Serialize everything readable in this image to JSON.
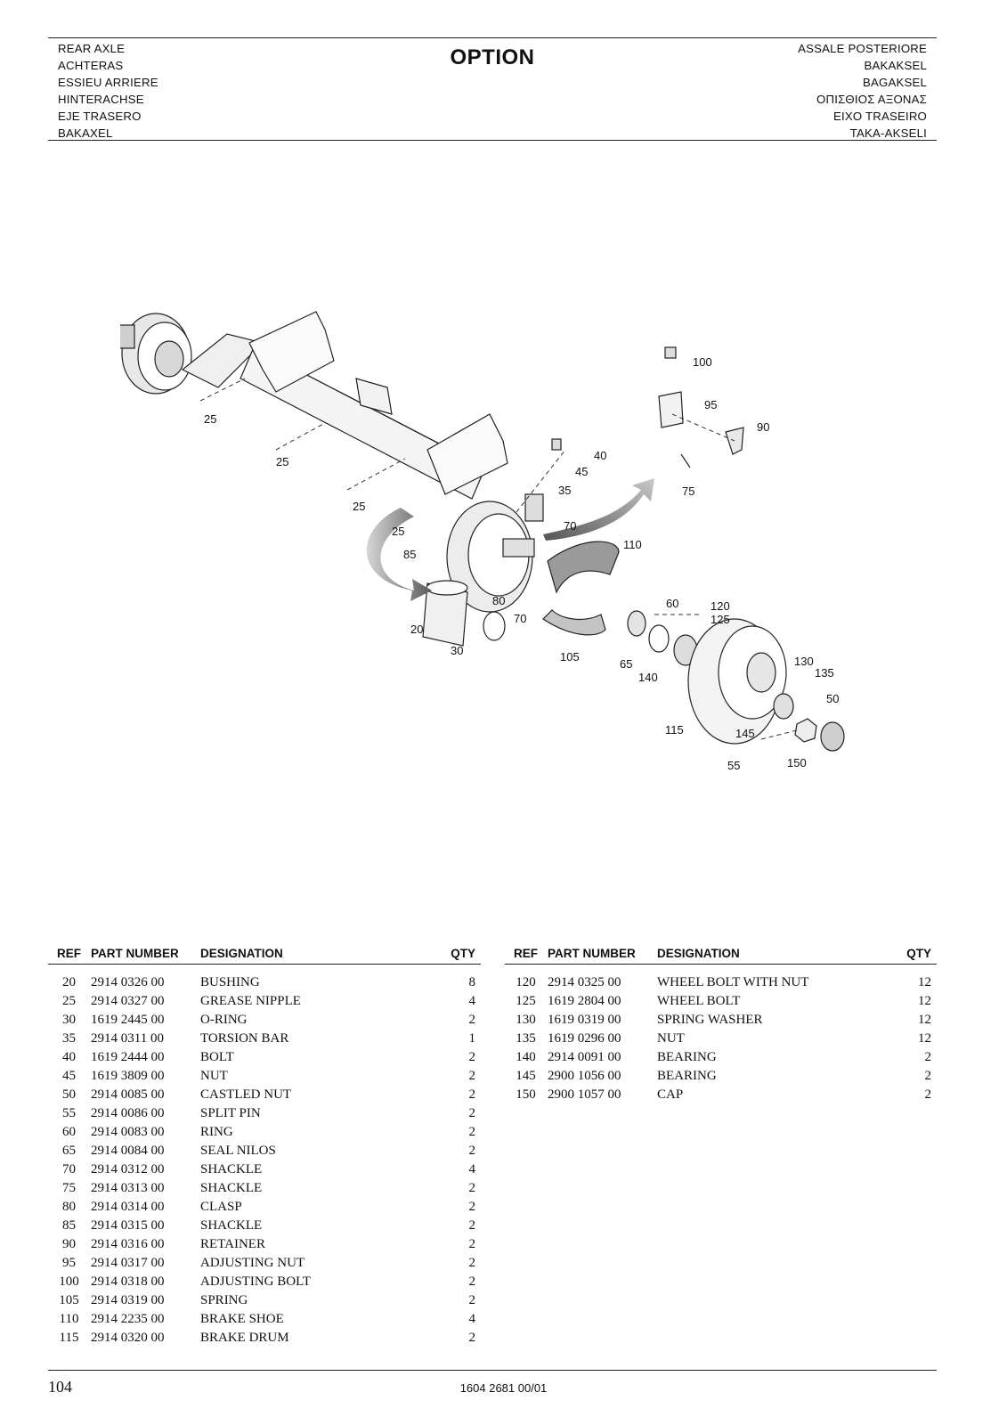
{
  "header": {
    "left_lines": [
      "REAR AXLE",
      "ACHTERAS",
      "ESSIEU ARRIERE",
      "HINTERACHSE",
      "EJE TRASERO",
      "BAKAXEL"
    ],
    "title": "OPTION",
    "right_lines": [
      "ASSALE POSTERIORE",
      "BAKAKSEL",
      "BAGAKSEL",
      "ΟΠΙΣΘΙΟΣ ΑΞΟΝΑΣ",
      "EIXO TRASEIRO",
      "TAKA-AKSELI"
    ]
  },
  "diagram": {
    "callouts": [
      "100",
      "95",
      "90",
      "75",
      "40",
      "45",
      "35",
      "25",
      "25",
      "25",
      "25",
      "85",
      "70",
      "110",
      "80",
      "70",
      "60",
      "120",
      "125",
      "20",
      "30",
      "105",
      "65",
      "140",
      "130",
      "135",
      "50",
      "115",
      "145",
      "55",
      "150"
    ]
  },
  "table": {
    "headers": {
      "ref": "REF",
      "part_number": "PART NUMBER",
      "designation": "DESIGNATION",
      "qty": "QTY"
    },
    "left": [
      {
        "ref": "20",
        "pn": "2914 0326 00",
        "des": "BUSHING",
        "qty": "8"
      },
      {
        "ref": "25",
        "pn": "2914 0327 00",
        "des": "GREASE NIPPLE",
        "qty": "4"
      },
      {
        "ref": "30",
        "pn": "1619 2445 00",
        "des": "O-RING",
        "qty": "2"
      },
      {
        "ref": "35",
        "pn": "2914 0311 00",
        "des": "TORSION BAR",
        "qty": "1"
      },
      {
        "ref": "40",
        "pn": "1619 2444 00",
        "des": "BOLT",
        "qty": "2"
      },
      {
        "ref": "45",
        "pn": "1619 3809 00",
        "des": "NUT",
        "qty": "2"
      },
      {
        "ref": "50",
        "pn": "2914 0085 00",
        "des": "CASTLED NUT",
        "qty": "2"
      },
      {
        "ref": "55",
        "pn": "2914 0086 00",
        "des": "SPLIT PIN",
        "qty": "2"
      },
      {
        "ref": "60",
        "pn": "2914 0083 00",
        "des": "RING",
        "qty": "2"
      },
      {
        "ref": "65",
        "pn": "2914 0084 00",
        "des": "SEAL NILOS",
        "qty": "2"
      },
      {
        "ref": "70",
        "pn": "2914 0312 00",
        "des": "SHACKLE",
        "qty": "4"
      },
      {
        "ref": "75",
        "pn": "2914 0313 00",
        "des": "SHACKLE",
        "qty": "2"
      },
      {
        "ref": "80",
        "pn": "2914 0314 00",
        "des": "CLASP",
        "qty": "2"
      },
      {
        "ref": "85",
        "pn": "2914 0315 00",
        "des": "SHACKLE",
        "qty": "2"
      },
      {
        "ref": "90",
        "pn": "2914 0316 00",
        "des": "RETAINER",
        "qty": "2"
      },
      {
        "ref": "95",
        "pn": "2914 0317 00",
        "des": "ADJUSTING NUT",
        "qty": "2"
      },
      {
        "ref": "100",
        "pn": "2914 0318 00",
        "des": "ADJUSTING BOLT",
        "qty": "2"
      },
      {
        "ref": "105",
        "pn": "2914 0319 00",
        "des": "SPRING",
        "qty": "2"
      },
      {
        "ref": "110",
        "pn": "2914 2235 00",
        "des": "BRAKE SHOE",
        "qty": "4"
      },
      {
        "ref": "115",
        "pn": "2914 0320 00",
        "des": "BRAKE DRUM",
        "qty": "2"
      }
    ],
    "right": [
      {
        "ref": "120",
        "pn": "2914 0325 00",
        "des": "WHEEL BOLT WITH NUT",
        "qty": "12"
      },
      {
        "ref": "125",
        "pn": "1619 2804 00",
        "des": "WHEEL BOLT",
        "qty": "12"
      },
      {
        "ref": "130",
        "pn": "1619 0319 00",
        "des": "SPRING WASHER",
        "qty": "12"
      },
      {
        "ref": "135",
        "pn": "1619 0296 00",
        "des": "NUT",
        "qty": "12"
      },
      {
        "ref": "140",
        "pn": "2914 0091 00",
        "des": "BEARING",
        "qty": "2"
      },
      {
        "ref": "145",
        "pn": "2900 1056 00",
        "des": "BEARING",
        "qty": "2"
      },
      {
        "ref": "150",
        "pn": "2900 1057 00",
        "des": "CAP",
        "qty": "2"
      }
    ]
  },
  "footer": {
    "page_number": "104",
    "doc_code": "1604 2681 00/01"
  }
}
